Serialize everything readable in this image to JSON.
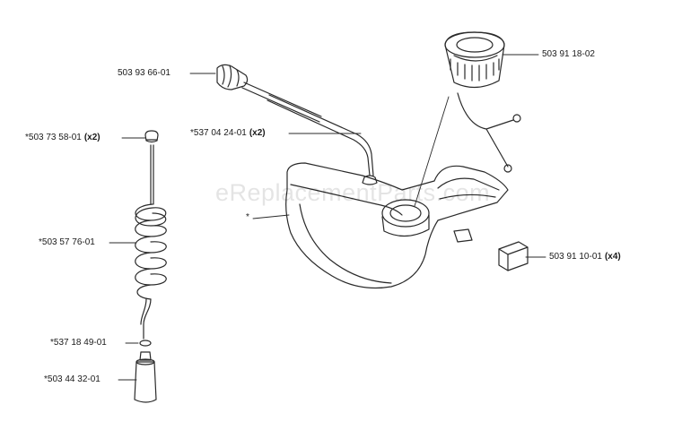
{
  "watermark": "eReplacementParts.com",
  "parts": [
    {
      "id": "p1",
      "number": "503 93 66-01",
      "qty": ""
    },
    {
      "id": "p2",
      "number": "*503 73 58-01",
      "qty": "(x2)"
    },
    {
      "id": "p3",
      "number": "*537 04 24-01",
      "qty": "(x2)"
    },
    {
      "id": "p4",
      "number": "*503 57 76-01",
      "qty": ""
    },
    {
      "id": "p5",
      "number": "*537 18 49-01",
      "qty": ""
    },
    {
      "id": "p6",
      "number": "*503 44 32-01",
      "qty": ""
    },
    {
      "id": "p7",
      "number": "503 91 18-02",
      "qty": ""
    },
    {
      "id": "p8",
      "number": "503 91 10-01",
      "qty": "(x4)"
    },
    {
      "id": "p9",
      "number": "*",
      "qty": ""
    }
  ]
}
